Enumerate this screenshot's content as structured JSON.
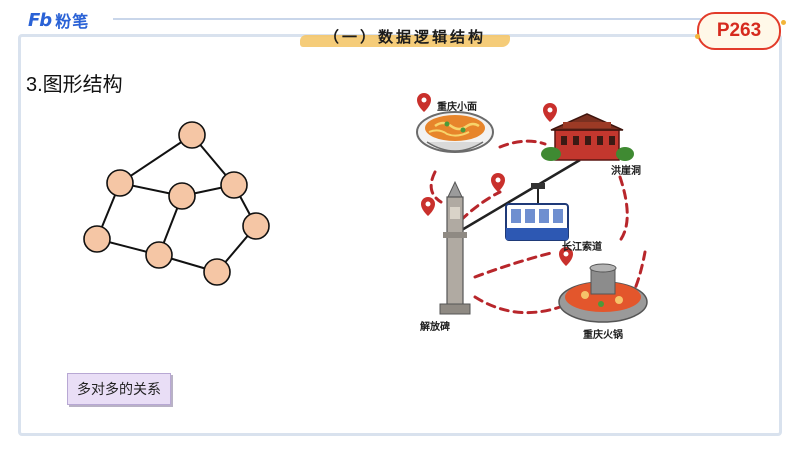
{
  "brand": {
    "mark": "Fb",
    "name": "粉笔"
  },
  "header": {
    "title": "（一）数据逻辑结构",
    "page_badge": "P263"
  },
  "section": {
    "heading": "3.图形结构"
  },
  "graph": {
    "node_color": "#f5c6a5",
    "edge_color": "#111111",
    "nodes": [
      "n1",
      "n2",
      "n3",
      "n4",
      "n5",
      "n6",
      "n7",
      "n8"
    ]
  },
  "relation_label": "多对多的关系",
  "map": {
    "places": [
      {
        "name": "重庆小面",
        "icon": "noodle-bowl-icon"
      },
      {
        "name": "洪崖洞",
        "icon": "building-icon"
      },
      {
        "name": "长江索道",
        "icon": "cable-car-icon"
      },
      {
        "name": "解放碑",
        "icon": "monument-icon"
      },
      {
        "name": "重庆火锅",
        "icon": "hotpot-icon"
      }
    ],
    "route_color": "#b8262b",
    "pin_color": "#c9302c"
  },
  "colors": {
    "accent": "#2a62d6",
    "badge_red": "#e23b2a",
    "highlight": "#f4c66a",
    "label_bg": "#e9def6"
  }
}
